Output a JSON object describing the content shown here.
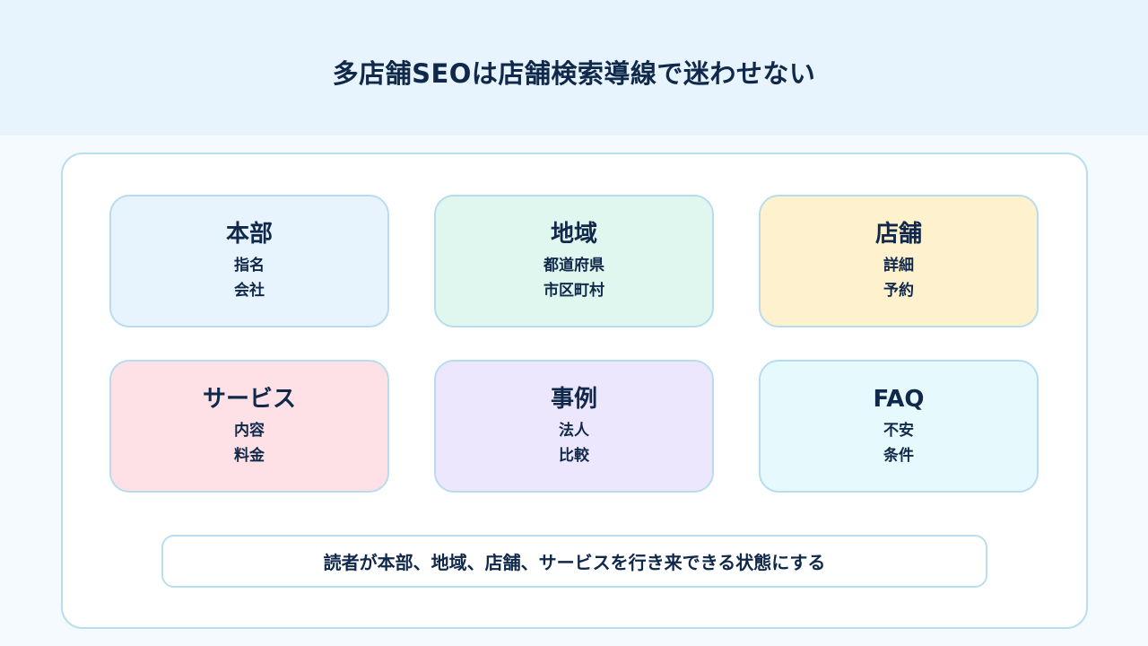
{
  "header": {
    "title": "多店舗SEOは店舗検索導線で迷わせない"
  },
  "cards": [
    {
      "title": "本部",
      "lines": [
        "指名",
        "会社"
      ],
      "color": "#e7f4fe"
    },
    {
      "title": "地域",
      "lines": [
        "都道府県",
        "市区町村"
      ],
      "color": "#e0f7ef"
    },
    {
      "title": "店舗",
      "lines": [
        "詳細",
        "予約"
      ],
      "color": "#fef1ce"
    },
    {
      "title": "サービス",
      "lines": [
        "内容",
        "料金"
      ],
      "color": "#fde1e6"
    },
    {
      "title": "事例",
      "lines": [
        "法人",
        "比較"
      ],
      "color": "#ede7fd"
    },
    {
      "title": "FAQ",
      "lines": [
        "不安",
        "条件"
      ],
      "color": "#e6f9fd"
    }
  ],
  "footer": {
    "text": "読者が本部、地域、店舗、サービスを行き来できる状態にする"
  }
}
